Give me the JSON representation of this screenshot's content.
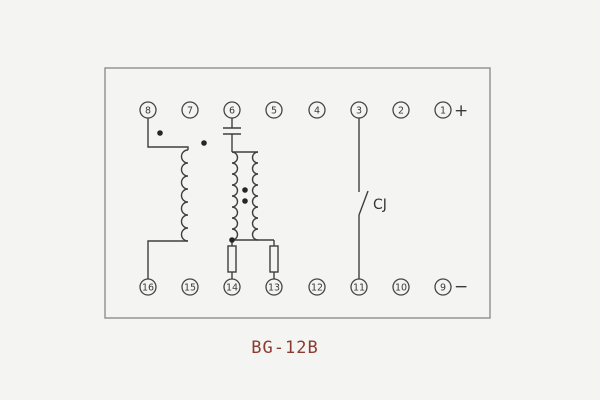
{
  "title": "BG-12B",
  "schematic": {
    "top_terminals": [
      "8",
      "7",
      "6",
      "5",
      "4",
      "3",
      "2",
      "1"
    ],
    "bottom_terminals": [
      "16",
      "15",
      "14",
      "13",
      "12",
      "11",
      "10",
      "9"
    ],
    "polarity_plus": "+",
    "polarity_minus": "−",
    "contact_label": "CJ"
  },
  "colors": {
    "background": "#f4f4f3",
    "line": "#3f3f3f",
    "border": "#8f8f8f",
    "terminal_ring": "#454545",
    "title_text": "#8b3a2e"
  }
}
